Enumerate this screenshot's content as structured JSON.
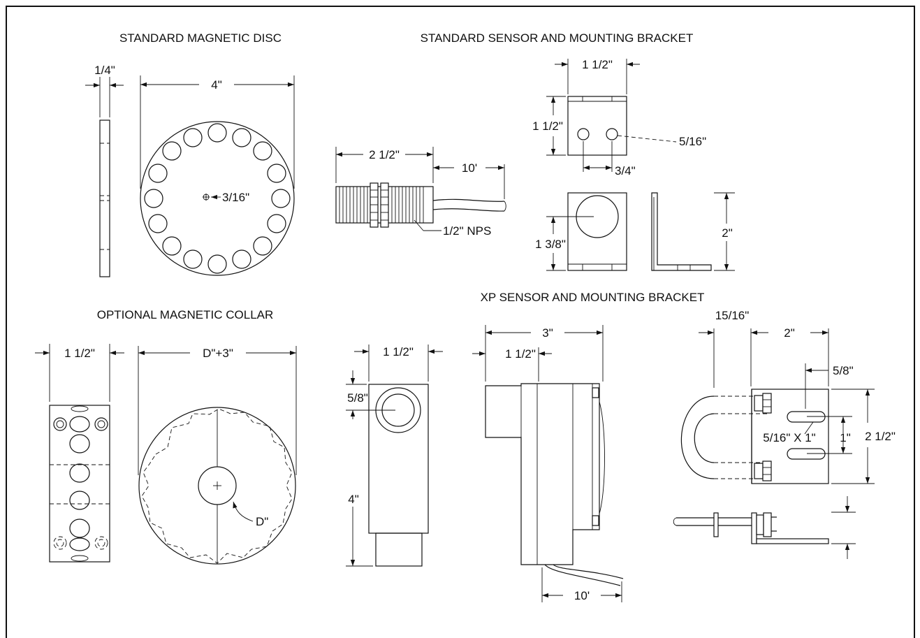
{
  "titles": {
    "disc": "STANDARD MAGNETIC DISC",
    "standard_sensor": "STANDARD SENSOR AND MOUNTING BRACKET",
    "collar": "OPTIONAL MAGNETIC COLLAR",
    "xp_sensor": "XP SENSOR AND MOUNTING BRACKET"
  },
  "disc": {
    "thickness": "1/4\"",
    "diameter": "4\"",
    "hole": "3/16\""
  },
  "standard_sensor": {
    "length": "2 1/2\"",
    "cable": "10'",
    "thread": "1/2\" NPS",
    "bracket_width": "1 1/2\"",
    "bracket_height": "1 1/2\"",
    "hole_size": "5/16\"",
    "hole_spacing": "3/4\"",
    "hole_center": "1 3/8\"",
    "side_height": "2\""
  },
  "collar": {
    "width": "1 1/2\"",
    "diameter": "D\"+3\"",
    "bore": "D\""
  },
  "xp_sensor": {
    "front_width": "1 1/2\"",
    "top_offset": "5/8\"",
    "height": "4\"",
    "side_width": "3\"",
    "side_offset": "1 1/2\"",
    "cable": "10'",
    "ubolt_offset": "15/16\"",
    "bracket_width": "2\"",
    "slot_offset": "5/8\"",
    "slot_size": "5/16\" X 1\"",
    "slot_spacing": "1\"",
    "bracket_height": "2 1/2\""
  }
}
